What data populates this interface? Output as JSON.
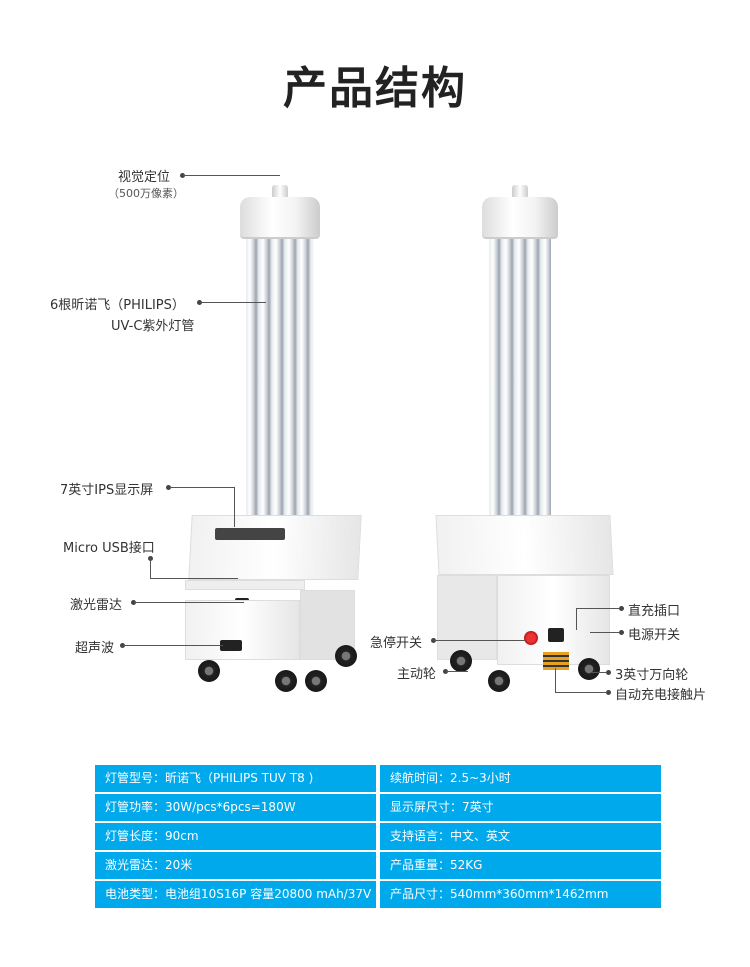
{
  "title": "产品结构",
  "left_labels": {
    "camera": "视觉定位",
    "camera_sub": "（500万像素）",
    "lamps_line1": "6根昕诺飞（PHILIPS）",
    "lamps_line2": "UV-C紫外灯管",
    "screen": "7英寸IPS显示屏",
    "usb": "Micro USB接口",
    "lidar": "激光雷达",
    "ultrasonic": "超声波"
  },
  "right_labels": {
    "estop": "急停开关",
    "drive_wheel": "主动轮",
    "dc_port": "直充插口",
    "power_switch": "电源开关",
    "caster": "3英寸万向轮",
    "charge_contacts": "自动充电接触片"
  },
  "specs": [
    [
      "灯管型号：昕诺飞（PHILIPS TUV T8 )",
      "续航时间：2.5~3小时"
    ],
    [
      "灯管功率：30W/pcs*6pcs=180W",
      "显示屏尺寸：7英寸"
    ],
    [
      "灯管长度：90cm",
      "支持语言：中文、英文"
    ],
    [
      "激光雷达：20米",
      "产品重量：52KG"
    ],
    [
      "电池类型：电池组10S16P 容量20800 mAh/37V",
      "产品尺寸：540mm*360mm*1462mm"
    ]
  ],
  "colors": {
    "table_bg": "#00a8ec"
  }
}
